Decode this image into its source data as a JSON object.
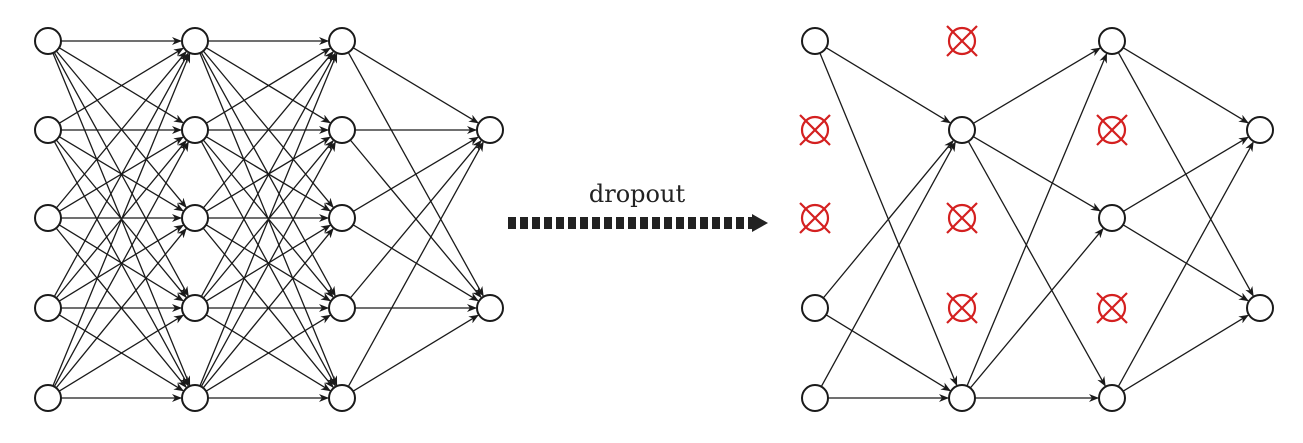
{
  "diagram": {
    "label": "dropout",
    "colors": {
      "edge": "#1a1a1a",
      "node_stroke": "#1a1a1a",
      "dropped_marker": "#d42020"
    },
    "full_network": {
      "layers": [
        5,
        5,
        5,
        2
      ],
      "connectivity": "fully-connected"
    },
    "dropout_network": {
      "layers": [
        {
          "id": "L0",
          "nodes": [
            {
              "id": "a0",
              "state": "kept"
            },
            {
              "id": "a1",
              "state": "dropped"
            },
            {
              "id": "a2",
              "state": "dropped"
            },
            {
              "id": "a3",
              "state": "kept"
            },
            {
              "id": "a4",
              "state": "kept"
            }
          ]
        },
        {
          "id": "L1",
          "nodes": [
            {
              "id": "b0",
              "state": "dropped"
            },
            {
              "id": "b1",
              "state": "kept"
            },
            {
              "id": "b2",
              "state": "dropped"
            },
            {
              "id": "b3",
              "state": "dropped"
            },
            {
              "id": "b4",
              "state": "kept"
            }
          ]
        },
        {
          "id": "L2",
          "nodes": [
            {
              "id": "c0",
              "state": "kept"
            },
            {
              "id": "c1",
              "state": "dropped"
            },
            {
              "id": "c2",
              "state": "kept"
            },
            {
              "id": "c3",
              "state": "dropped"
            },
            {
              "id": "c4",
              "state": "kept"
            }
          ]
        },
        {
          "id": "L3",
          "nodes": [
            {
              "id": "d0",
              "state": "kept"
            },
            {
              "id": "d1",
              "state": "kept"
            }
          ]
        }
      ],
      "edges": [
        [
          "a0",
          "b1"
        ],
        [
          "a0",
          "b4"
        ],
        [
          "a3",
          "b1"
        ],
        [
          "a3",
          "b4"
        ],
        [
          "a4",
          "b1"
        ],
        [
          "a4",
          "b4"
        ],
        [
          "b1",
          "c0"
        ],
        [
          "b1",
          "c2"
        ],
        [
          "b1",
          "c4"
        ],
        [
          "b4",
          "c0"
        ],
        [
          "b4",
          "c2"
        ],
        [
          "b4",
          "c4"
        ],
        [
          "c0",
          "d0"
        ],
        [
          "c0",
          "d1"
        ],
        [
          "c2",
          "d0"
        ],
        [
          "c2",
          "d1"
        ],
        [
          "c4",
          "d0"
        ],
        [
          "c4",
          "d1"
        ]
      ]
    }
  }
}
